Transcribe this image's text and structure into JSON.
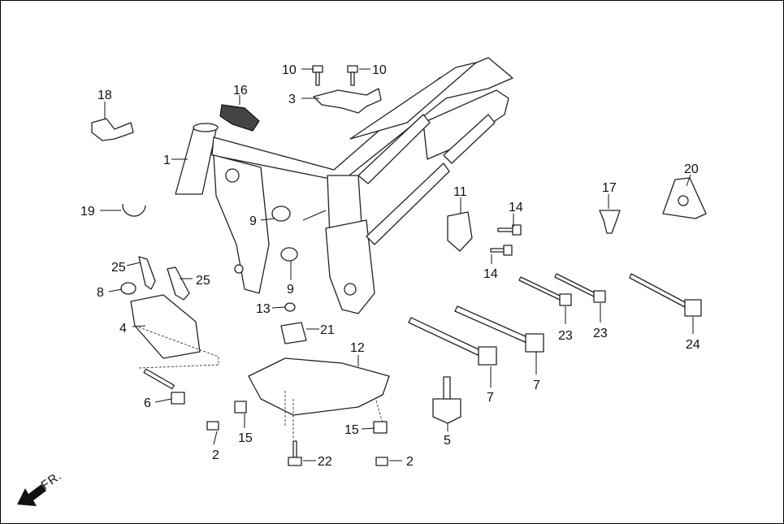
{
  "callouts": [
    {
      "id": "c1",
      "label": "1"
    },
    {
      "id": "c2a",
      "label": "2"
    },
    {
      "id": "c2b",
      "label": "2"
    },
    {
      "id": "c3",
      "label": "3"
    },
    {
      "id": "c4",
      "label": "4"
    },
    {
      "id": "c5",
      "label": "5"
    },
    {
      "id": "c6",
      "label": "6"
    },
    {
      "id": "c7a",
      "label": "7"
    },
    {
      "id": "c7b",
      "label": "7"
    },
    {
      "id": "c8",
      "label": "8"
    },
    {
      "id": "c9a",
      "label": "9"
    },
    {
      "id": "c9b",
      "label": "9"
    },
    {
      "id": "c10a",
      "label": "10"
    },
    {
      "id": "c10b",
      "label": "10"
    },
    {
      "id": "c11",
      "label": "11"
    },
    {
      "id": "c12",
      "label": "12"
    },
    {
      "id": "c13",
      "label": "13"
    },
    {
      "id": "c14a",
      "label": "14"
    },
    {
      "id": "c14b",
      "label": "14"
    },
    {
      "id": "c15a",
      "label": "15"
    },
    {
      "id": "c15b",
      "label": "15"
    },
    {
      "id": "c16",
      "label": "16"
    },
    {
      "id": "c17",
      "label": "17"
    },
    {
      "id": "c18",
      "label": "18"
    },
    {
      "id": "c19",
      "label": "19"
    },
    {
      "id": "c20",
      "label": "20"
    },
    {
      "id": "c21",
      "label": "21"
    },
    {
      "id": "c22",
      "label": "22"
    },
    {
      "id": "c23a",
      "label": "23"
    },
    {
      "id": "c23b",
      "label": "23"
    },
    {
      "id": "c24",
      "label": "24"
    },
    {
      "id": "c25a",
      "label": "25"
    },
    {
      "id": "c25b",
      "label": "25"
    }
  ],
  "direction_label": "FR."
}
